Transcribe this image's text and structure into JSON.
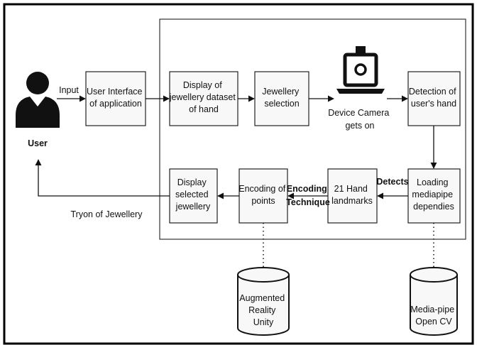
{
  "diagram": {
    "actor": {
      "label": "User",
      "input_label": "Input"
    },
    "top_row": {
      "ui": [
        "User Interface",
        "of application"
      ],
      "display_dataset": [
        "Display of",
        "jewellery dataset",
        "of hand"
      ],
      "jewellery_selection": [
        "Jewellery",
        "selection"
      ],
      "camera": [
        "Device Camera",
        "gets on"
      ],
      "detection": [
        "Detection of",
        "user's hand"
      ]
    },
    "bottom_row": {
      "loading": [
        "Loading",
        "mediapipe",
        "dependies"
      ],
      "landmarks": [
        "21 Hand",
        "landmarks"
      ],
      "encoding": [
        "Encoding of",
        "points"
      ],
      "display_selected": [
        "Display",
        "selected",
        "jewellery"
      ]
    },
    "edge_labels": {
      "detects": "Detects",
      "technique": [
        "Encoding",
        "Technique"
      ],
      "tryon": "Tryon of Jewellery"
    },
    "databases": {
      "ar": [
        "Augmented",
        "Reality",
        "Unity"
      ],
      "mediapipe": [
        "Media-pipe",
        "Open CV"
      ]
    },
    "colors": {
      "box_fill": "#f8f8f8",
      "line": "#111111",
      "frame": "#000000"
    },
    "icons": [
      "user-icon",
      "camera-laptop-icon"
    ]
  }
}
